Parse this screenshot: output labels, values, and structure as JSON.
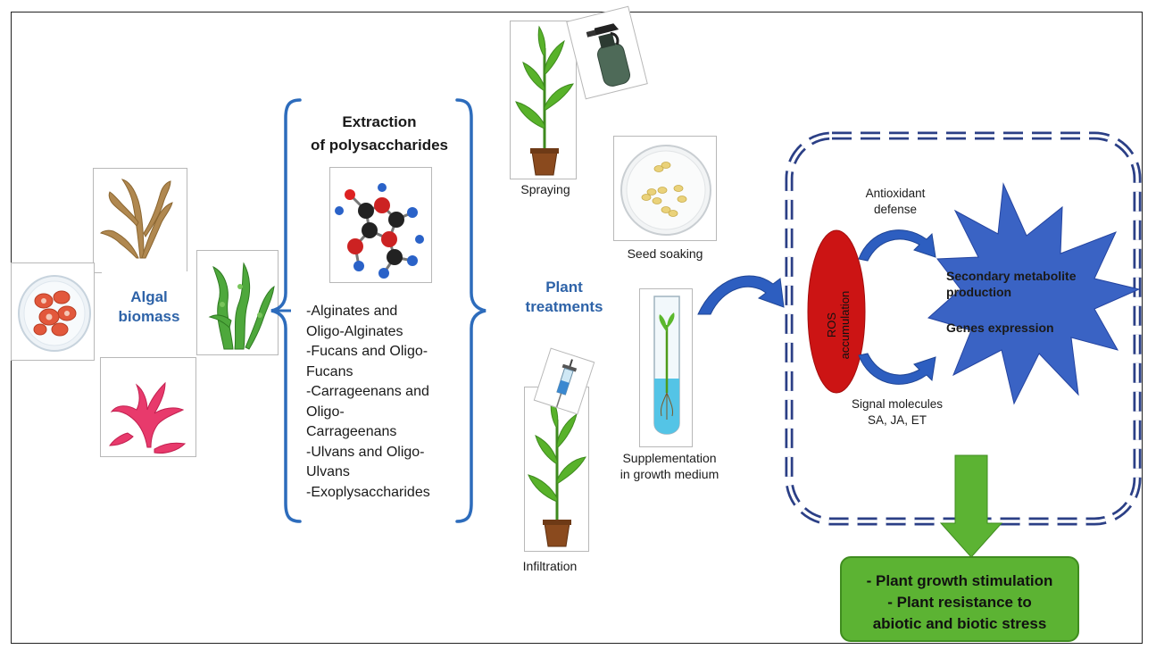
{
  "algal": {
    "label_line1": "Algal",
    "label_line2": "biomass"
  },
  "extraction": {
    "title_line1": "Extraction",
    "title_line2": "of polysaccharides",
    "items": [
      "-Alginates and",
      "Oligo-Alginates",
      "-Fucans and Oligo-",
      "Fucans",
      "-Carrageenans and",
      "Oligo-",
      "Carrageenans",
      "-Ulvans and Oligo-",
      "Ulvans",
      "-Exoplysaccharides"
    ]
  },
  "plant_treatments": {
    "label_line1": "Plant",
    "label_line2": "treatments",
    "spraying": "Spraying",
    "seed_soaking": "Seed soaking",
    "supplementation_line1": "Supplementation",
    "supplementation_line2": "in growth medium",
    "infiltration": "Infiltration"
  },
  "response": {
    "ros_line1": "ROS",
    "ros_line2": "accumulation",
    "antioxidant_line1": "Antioxidant",
    "antioxidant_line2": "defense",
    "signal_line1": "Signal molecules",
    "signal_line2": "SA, JA, ET",
    "secondary_line1": "Secondary metabolite",
    "secondary_line2": "production",
    "genes": "Genes expression"
  },
  "outcome": {
    "line1": "- Plant growth stimulation",
    "line2": "- Plant resistance to",
    "line3": "abiotic and biotic stress"
  },
  "colors": {
    "blue_label": "#2e63a8",
    "burst": "#3a63c4",
    "ros": "#cc1414",
    "outcome_green": "#5cb333",
    "dashed_border": "#2b3f86"
  }
}
